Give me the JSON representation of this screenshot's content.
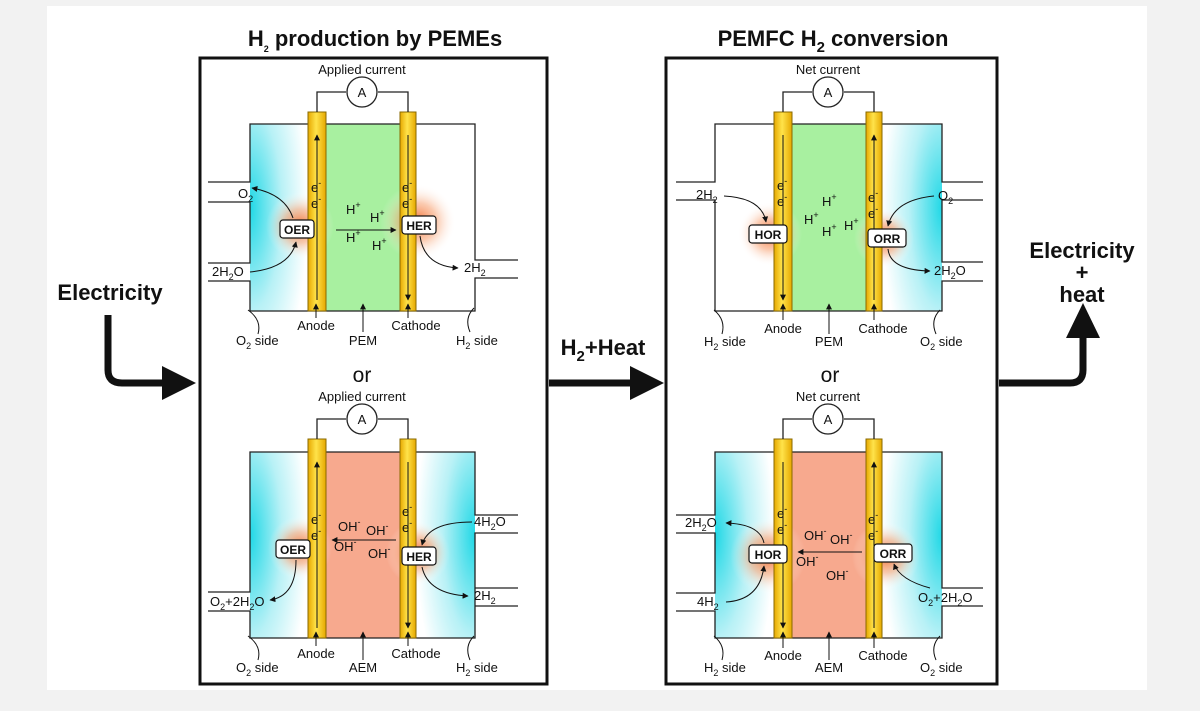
{
  "titles": {
    "left": {
      "pre": "H",
      "sub": "2",
      "post": " production by PEMEs"
    },
    "right": {
      "pre": "PEMFC H",
      "sub": "2",
      "post": " conversion"
    }
  },
  "flow": {
    "input": "Electricity",
    "middle": {
      "pre": "H",
      "sub": "2",
      "post": "+Heat"
    },
    "output_line1": "Electricity",
    "output_line2": "+",
    "output_line3": "heat"
  },
  "or_label": "or",
  "meters": {
    "symbol": "A",
    "applied": "Applied current",
    "net": "Net current"
  },
  "electrodes": {
    "anode": "Anode",
    "cathode": "Cathode"
  },
  "membranes": {
    "pem": "PEM",
    "aem": "AEM"
  },
  "sides": {
    "o2": {
      "pre": "O",
      "sub": "2",
      "post": " side"
    },
    "h2": {
      "pre": "H",
      "sub": "2",
      "post": " side"
    }
  },
  "reactions": {
    "oer": "OER",
    "her": "HER",
    "hor": "HOR",
    "orr": "ORR"
  },
  "ions": {
    "proton": {
      "pre": "H",
      "sup": "+"
    },
    "hydroxide": {
      "pre": "OH",
      "sup": "-"
    },
    "electron": {
      "pre": "e",
      "sup": "-"
    }
  },
  "species": {
    "o2": {
      "pre": "O",
      "sub": "2",
      "post": ""
    },
    "h2o_2": {
      "pre": "2H",
      "sub": "2",
      "post": "O"
    },
    "h2_2": {
      "pre": "2H",
      "sub": "2",
      "post": ""
    },
    "h2o_4": {
      "pre": "4H",
      "sub": "2",
      "post": "O"
    },
    "h2_4": {
      "pre": "4H",
      "sub": "2",
      "post": ""
    },
    "o2_2h2o": {
      "pre": "O",
      "sub": "2",
      "mid": "+2H",
      "sub2": "2",
      "post": "O"
    }
  },
  "colors": {
    "pem_green": "#a8f0a0",
    "aem_salmon": "#f7a98e",
    "cyan": "#20d8e6",
    "electrode_yellow": "#ffd11a",
    "glow_orange": "#f47a3a"
  }
}
